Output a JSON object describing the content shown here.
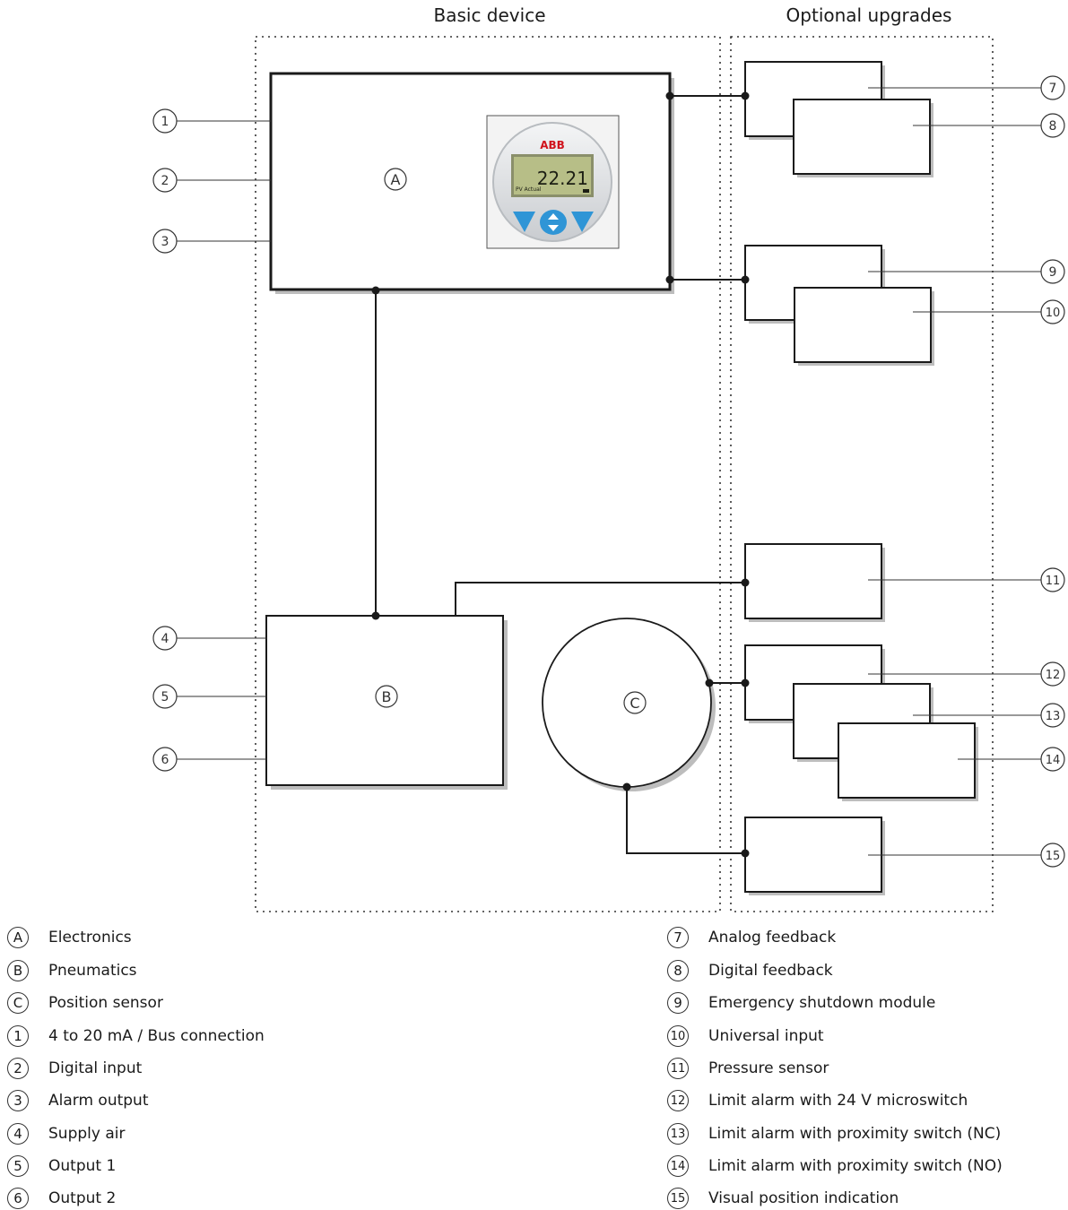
{
  "headers": {
    "basic": "Basic device",
    "optional": "Optional upgrades"
  },
  "blocks": {
    "a": "A",
    "b": "B",
    "c": "C"
  },
  "display": {
    "brand": "ABB",
    "value": "22.21",
    "caption": "PV Actual"
  },
  "callouts": [
    "1",
    "2",
    "3",
    "4",
    "5",
    "6",
    "7",
    "8",
    "9",
    "10",
    "11",
    "12",
    "13",
    "14",
    "15"
  ],
  "legend_left": [
    {
      "badge": "A",
      "label": "Electronics"
    },
    {
      "badge": "B",
      "label": "Pneumatics"
    },
    {
      "badge": "C",
      "label": "Position sensor"
    },
    {
      "badge": "1",
      "label": "4 to 20 mA / Bus connection"
    },
    {
      "badge": "2",
      "label": "Digital input"
    },
    {
      "badge": "3",
      "label": "Alarm output"
    },
    {
      "badge": "4",
      "label": "Supply air"
    },
    {
      "badge": "5",
      "label": "Output 1"
    },
    {
      "badge": "6",
      "label": "Output 2"
    }
  ],
  "legend_right": [
    {
      "badge": "7",
      "label": "Analog feedback"
    },
    {
      "badge": "8",
      "label": "Digital feedback"
    },
    {
      "badge": "9",
      "label": "Emergency shutdown module"
    },
    {
      "badge": "10",
      "label": "Universal input"
    },
    {
      "badge": "11",
      "label": "Pressure sensor"
    },
    {
      "badge": "12",
      "label": "Limit alarm with 24 V microswitch"
    },
    {
      "badge": "13",
      "label": "Limit alarm with proximity switch (NC)"
    },
    {
      "badge": "14",
      "label": "Limit alarm with proximity switch (NO)"
    },
    {
      "badge": "15",
      "label": "Visual position indication"
    }
  ]
}
